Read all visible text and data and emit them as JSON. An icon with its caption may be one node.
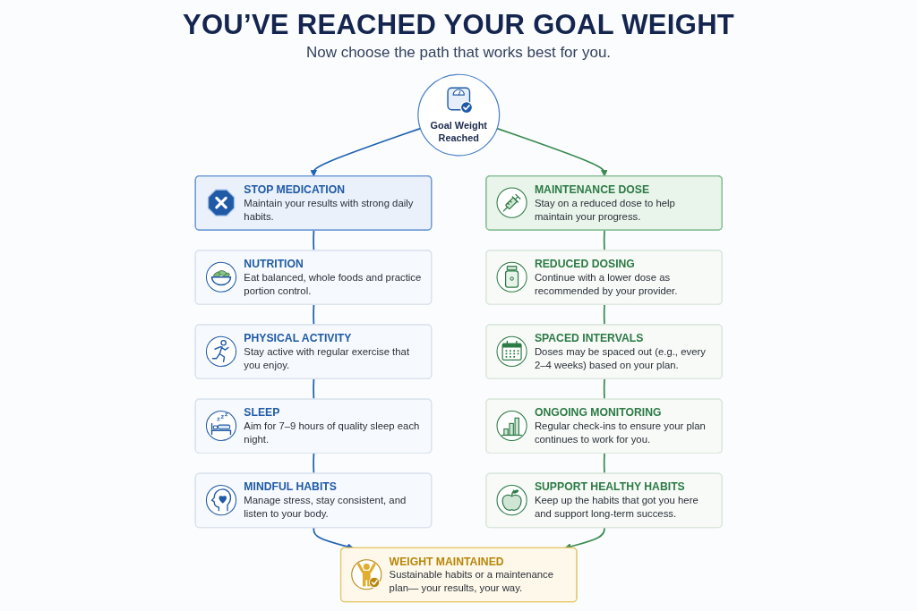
{
  "diagram": {
    "title": "YOU’VE REACHED YOUR GOAL WEIGHT",
    "nodes": [
      {
        "text": [
          "Goal Weight Reached"
        ]
      },
      {
        "text": [
          "STOP MEDICATION",
          "Maintain your results with strong daily habits."
        ]
      },
      {
        "text": [
          "NUTRITION",
          "Eat balanced, whole foods and practice portion control."
        ]
      },
      {
        "text": [
          "PHYSICAL ACTIVITY",
          "Stay active with regular exercise that you enjoy."
        ]
      },
      {
        "text": [
          "SLEEP",
          "Aim for 7–9 hours of quality sleep each night."
        ]
      },
      {
        "text": [
          "MINDFUL HABITS",
          "Manage stress, stay consistent, and listen to your body."
        ]
      },
      {
        "text": [
          "MAINTENANCE DOSE",
          "Stay on a reduced dose to help maintain your progress."
        ]
      },
      {
        "text": [
          "REDUCED DOSING",
          "Continue with a lower dose as recommended by your provider."
        ]
      },
      {
        "text": [
          "SPACED INTERVALS",
          "Doses may be spaced out (e.g., every 2–4 weeks) based on your plan."
        ]
      },
      {
        "text": [
          "ONGOING MONITORING",
          "Regular check-ins to ensure your plan continues to work for you."
        ]
      },
      {
        "text": [
          "SUPPORT HEALTHY HABITS",
          "Keep up the habits that got you here and support long-term success."
        ]
      },
      {
        "text": [
          "WEIGHT MAINTAINED",
          "Sustainable habits or a maintenance plan— your results, your way."
        ]
      }
    ],
    "edges": [
      {
        "from": 0,
        "to": 1,
        "arrow": "to",
        "color": "#1f63b0"
      },
      {
        "from": 0,
        "to": 6,
        "arrow": "to",
        "color": "#3a8b50"
      },
      {
        "from": 1,
        "to": 2,
        "arrow": "none",
        "color": "#1f63b0"
      },
      {
        "from": 2,
        "to": 3,
        "arrow": "none",
        "color": "#1f63b0"
      },
      {
        "from": 3,
        "to": 4,
        "arrow": "none",
        "color": "#1f63b0"
      },
      {
        "from": 4,
        "to": 5,
        "arrow": "none",
        "color": "#1f63b0"
      },
      {
        "from": 6,
        "to": 7,
        "arrow": "none",
        "color": "#3a8b50"
      },
      {
        "from": 7,
        "to": 8,
        "arrow": "none",
        "color": "#3a8b50"
      },
      {
        "from": 8,
        "to": 9,
        "arrow": "none",
        "color": "#3a8b50"
      },
      {
        "from": 9,
        "to": 10,
        "arrow": "none",
        "color": "#3a8b50"
      },
      {
        "from": 5,
        "to": 11,
        "arrow": "to",
        "color": "#1f63b0"
      },
      {
        "from": 10,
        "to": 11,
        "arrow": "to",
        "color": "#3a8b50"
      }
    ],
    "labels": [
      "Now choose the path that works best for you."
    ]
  }
}
